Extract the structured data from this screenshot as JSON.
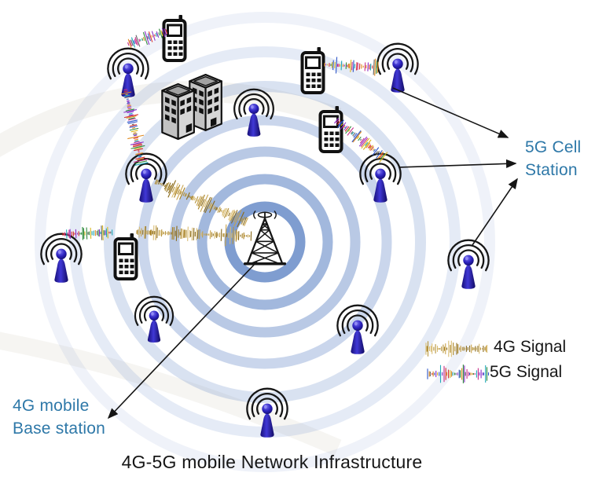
{
  "title": "4G-5G mobile Network Infrastructure",
  "annotations": {
    "station5g": {
      "line1": "5G Cell",
      "line2": "Station"
    },
    "base4g": {
      "line1": "4G mobile",
      "line2": "Base station"
    }
  },
  "legend": {
    "items": [
      {
        "id": "4g",
        "label": "4G Signal"
      },
      {
        "id": "5g",
        "label": "5G Signal"
      }
    ]
  },
  "colors": {
    "annotation_text": "#2E78A8",
    "ring": "#5F84C4",
    "arrow": "#151515",
    "signal_4g": [
      "#C7A24B",
      "#A8801F",
      "#8A6A1A",
      "#D9BC72",
      "#B6943B"
    ],
    "signal_5g": [
      "#D42E2E",
      "#2E8A3C",
      "#2E55C8",
      "#8A2EC8",
      "#E08A1F",
      "#C82E8A",
      "#1FA8B8",
      "#666666",
      "#D9B81F"
    ]
  },
  "icons": {
    "antenna": "wireless-antenna-icon",
    "phone": "mobile-phone-icon",
    "buildings": "city-buildings-icon",
    "tower": "radio-mast-tower-icon",
    "rings": "coverage-rings",
    "arrow": "annotation-arrow"
  }
}
